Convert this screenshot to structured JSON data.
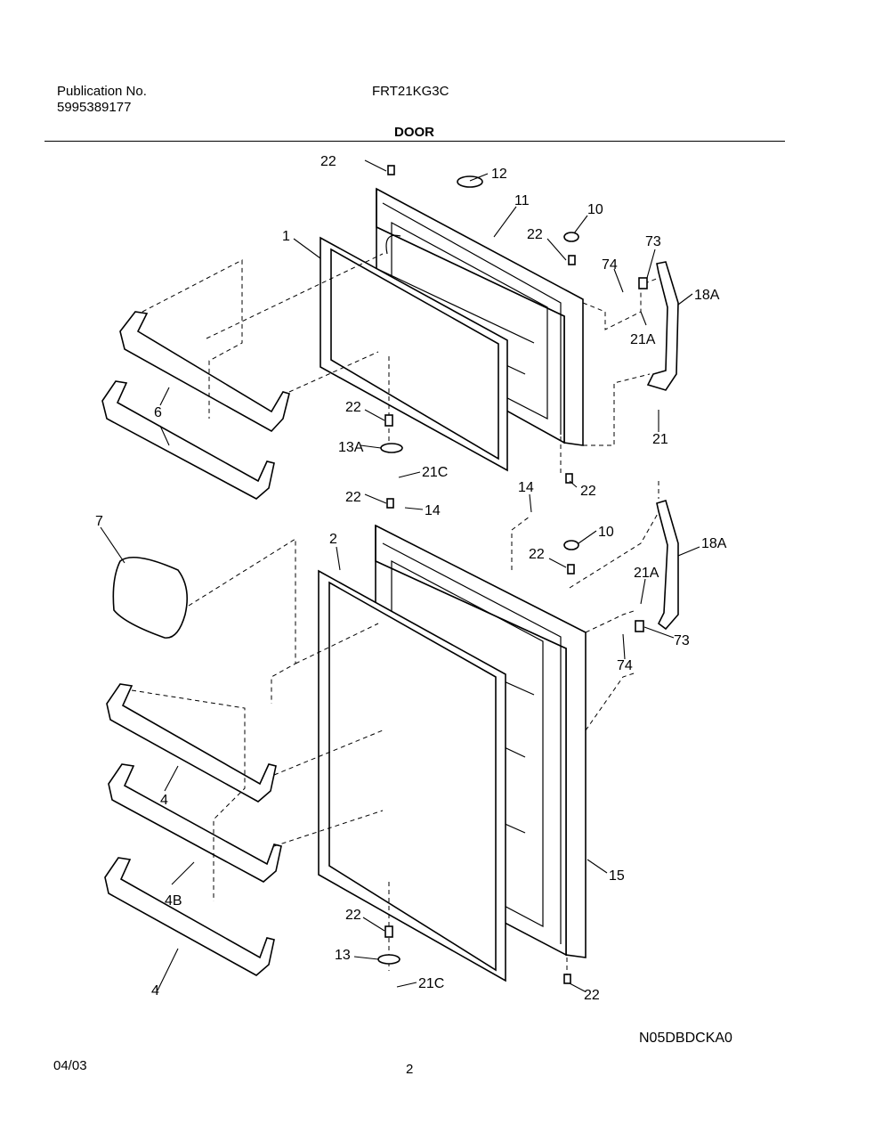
{
  "header": {
    "publication_label": "Publication No.",
    "publication_number": "5995389177",
    "model": "FRT21KG3C",
    "section_title": "DOOR"
  },
  "callouts": {
    "c1": "1",
    "c2": "2",
    "c4a": "4",
    "c4b": "4",
    "c4B": "4B",
    "c6": "6",
    "c7": "7",
    "c10a": "10",
    "c10b": "10",
    "c11": "11",
    "c12": "12",
    "c13": "13",
    "c13A": "13A",
    "c14a": "14",
    "c14b": "14",
    "c15": "15",
    "c18Aa": "18A",
    "c18Ab": "18A",
    "c21": "21",
    "c21Aa": "21A",
    "c21Ab": "21A",
    "c21Ca": "21C",
    "c21Cb": "21C",
    "c22a": "22",
    "c22b": "22",
    "c22c": "22",
    "c22d": "22",
    "c22e": "22",
    "c22f": "22",
    "c22g": "22",
    "c22h": "22",
    "c73a": "73",
    "c73b": "73",
    "c74a": "74",
    "c74b": "74"
  },
  "footer": {
    "drawing_code": "N05DBDCKA0",
    "date": "04/03",
    "page": "2"
  }
}
